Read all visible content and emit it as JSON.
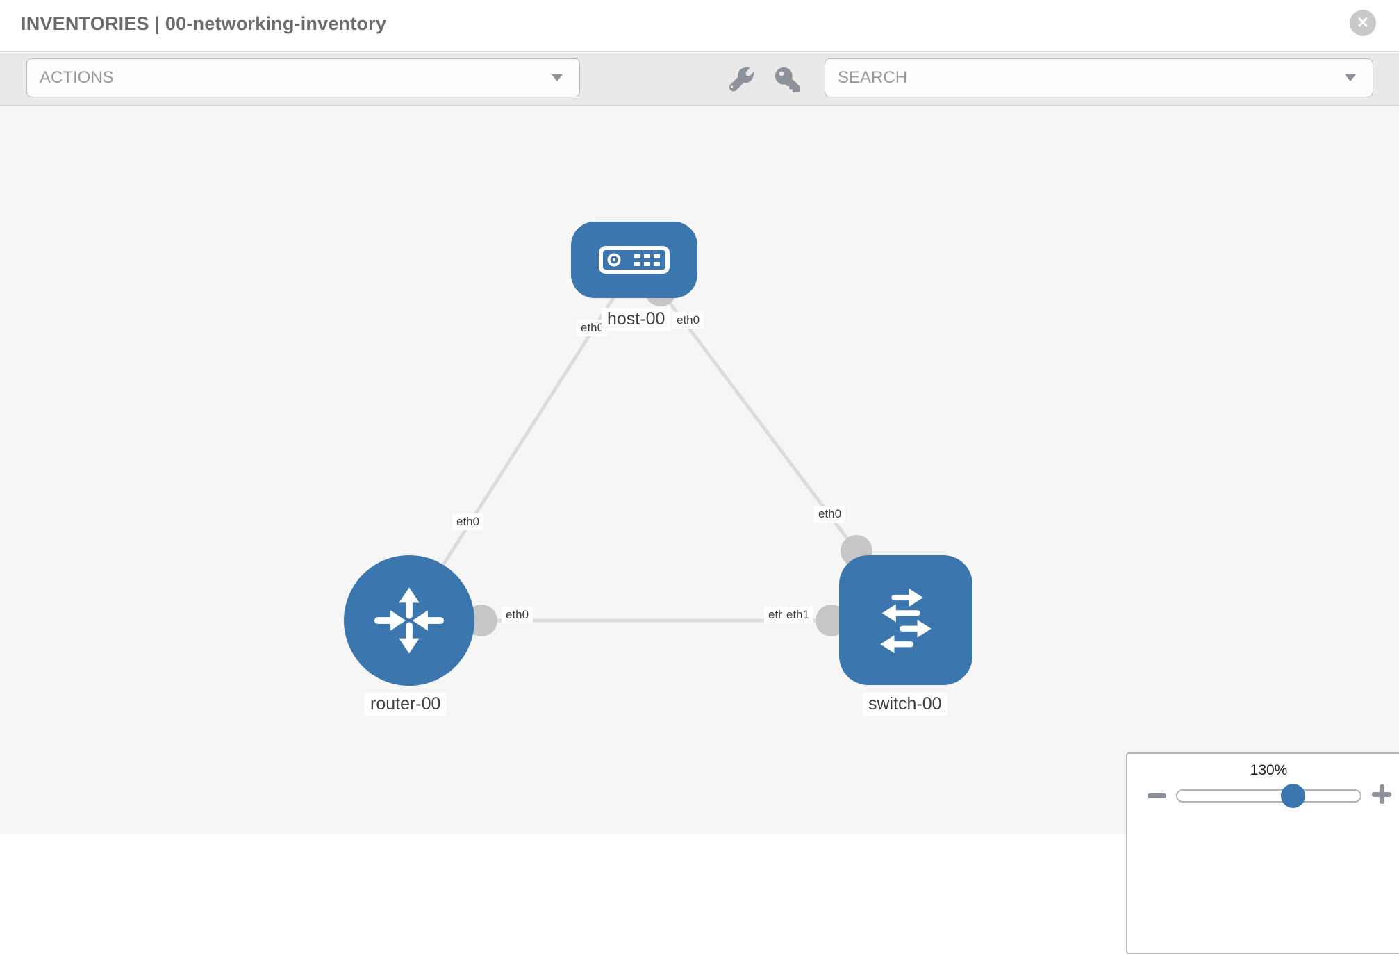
{
  "header": {
    "title": "INVENTORIES | 00-networking-inventory",
    "close_label": "✕"
  },
  "toolbar": {
    "actions_label": "ACTIONS",
    "search_label": "SEARCH",
    "icons": [
      "wrench-icon",
      "key-icon"
    ]
  },
  "colors": {
    "node_blue": "#3b76af",
    "port_gray": "#c6c6c6",
    "edge_gray": "#dcdcdc",
    "canvas_bg": "#f6f6f6",
    "toolbar_bg": "#e9e9e9",
    "icon_gray": "#8b9299"
  },
  "diagram": {
    "nodes": [
      {
        "id": "host-00",
        "label": "host-00",
        "type": "host",
        "icon": "host-icon"
      },
      {
        "id": "router-00",
        "label": "router-00",
        "type": "router",
        "icon": "router-icon"
      },
      {
        "id": "switch-00",
        "label": "switch-00",
        "type": "switch",
        "icon": "switch-icon"
      }
    ],
    "edges": [
      {
        "from": "host-00",
        "to": "router-00",
        "from_interface": "eth0",
        "to_interface": "eth0"
      },
      {
        "from": "host-00",
        "to": "switch-00",
        "from_interface": "eth0",
        "to_interface": "eth0"
      },
      {
        "from": "router-00",
        "to": "switch-00",
        "from_interface": "eth0",
        "to_interface": "eth1"
      }
    ],
    "chips": [
      {
        "text": "eth0",
        "position": "host-left"
      },
      {
        "text": "eth0",
        "position": "host-right"
      },
      {
        "text": "eth0",
        "position": "router-top"
      },
      {
        "text": "eth0",
        "position": "switch-top"
      },
      {
        "text": "eth0",
        "position": "router-right"
      },
      {
        "text": "eth0",
        "position": "switch-left-behind"
      },
      {
        "text": "eth1",
        "position": "switch-left"
      }
    ]
  },
  "zoom_control": {
    "value": "130%"
  }
}
